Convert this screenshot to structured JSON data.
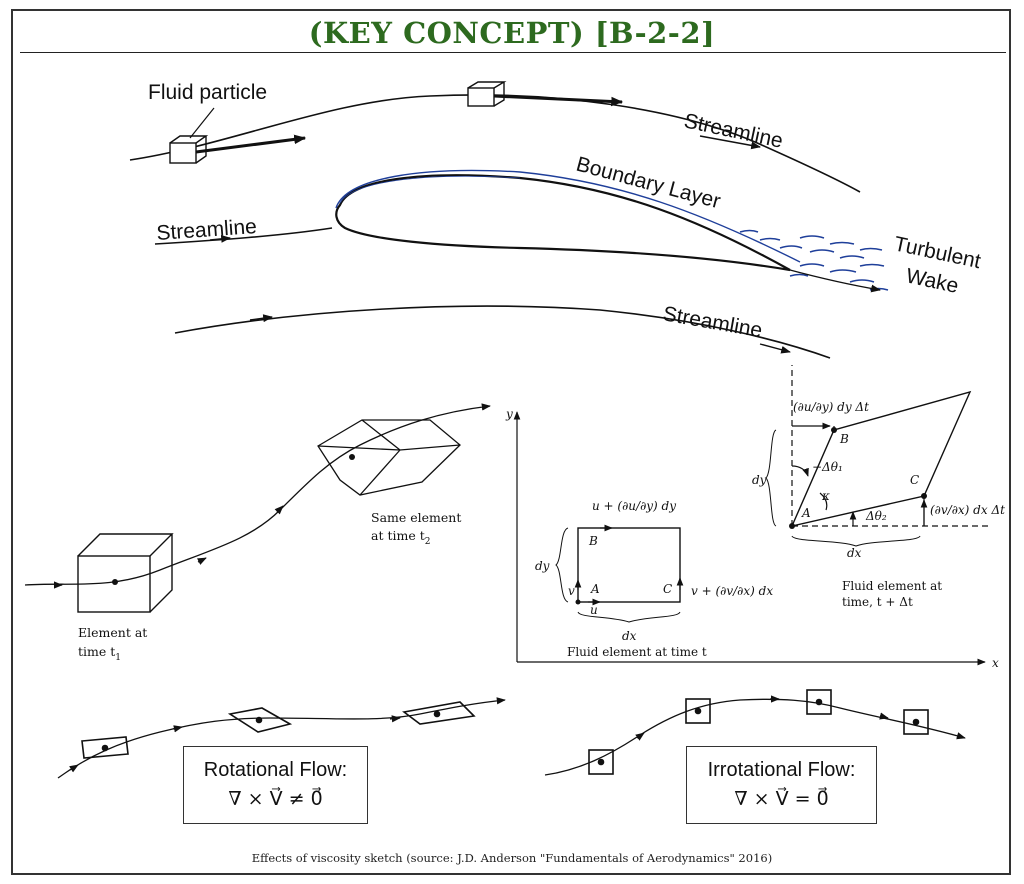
{
  "title": "(KEY CONCEPT) [B-2-2]",
  "airfoil": {
    "fluid_particle": "Fluid particle",
    "streamline_top": "Streamline",
    "streamline_left": "Streamline",
    "streamline_bottom": "Streamline",
    "boundary_layer": "Boundary Layer",
    "turbulent": "Turbulent",
    "wake": "Wake"
  },
  "element_motion": {
    "element_line1": "Element at",
    "element_line2": "time t",
    "element_sub": "1",
    "same_line1": "Same element",
    "same_line2": "at time t",
    "same_sub": "2"
  },
  "fluid_element": {
    "axis_y": "y",
    "axis_x": "x",
    "u_top": "u + (∂u/∂y) dy",
    "dy": "dy",
    "dx": "dx",
    "v_left": "v",
    "u_bottom": "u",
    "v_right": "v + (∂v/∂x) dx",
    "pt_a": "A",
    "pt_b": "B",
    "pt_c": "C",
    "caption_t": "Fluid element at time t",
    "shear_top": "(∂u/∂y) dy   Δt",
    "neg_theta1": "−Δθ₁",
    "kappa": "κ",
    "theta2": "Δθ₂",
    "dvdx": "(∂v/∂x) dx   Δt",
    "caption_dt_1": "Fluid element at",
    "caption_dt_2": "time, t + Δt"
  },
  "rotational": {
    "label": "Rotational Flow:",
    "equation": "∇ × V⃗ ≠ 0⃗"
  },
  "irrotational": {
    "label": "Irrotational Flow:",
    "equation": "∇ × V⃗ = 0⃗"
  },
  "caption": "Effects of viscosity sketch (source: J.D. Anderson \"Fundamentals of Aerodynamics\" 2016)",
  "colors": {
    "title": "#2d6a1f",
    "boundary_layer": "#1f3f9a",
    "ink": "#111111"
  }
}
